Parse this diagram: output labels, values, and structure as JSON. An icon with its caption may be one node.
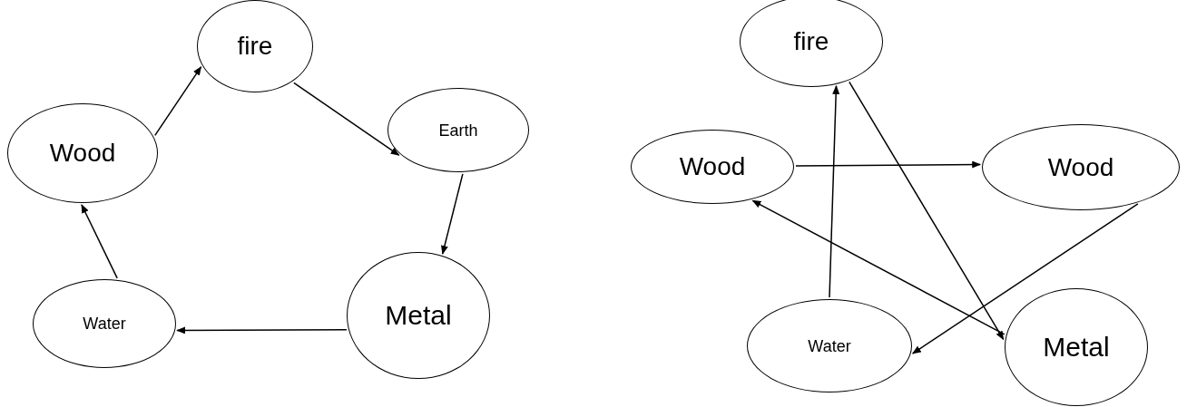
{
  "diagram": {
    "nodes": [
      {
        "text": [
          "fire"
        ]
      },
      {
        "text": [
          "Earth"
        ]
      },
      {
        "text": [
          "Metal"
        ]
      },
      {
        "text": [
          "Water"
        ]
      },
      {
        "text": [
          "Wood"
        ]
      },
      {
        "text": [
          "fire"
        ]
      },
      {
        "text": [
          "Wood"
        ]
      },
      {
        "text": [
          "Wood"
        ]
      },
      {
        "text": [
          "Water"
        ]
      },
      {
        "text": [
          "Metal"
        ]
      }
    ],
    "edges": [
      {
        "from": 4,
        "to": 0,
        "arrow": "to"
      },
      {
        "from": 0,
        "to": 1,
        "arrow": "to"
      },
      {
        "from": 1,
        "to": 2,
        "arrow": "to"
      },
      {
        "from": 2,
        "to": 3,
        "arrow": "to"
      },
      {
        "from": 3,
        "to": 4,
        "arrow": "to"
      },
      {
        "from": 5,
        "to": 9,
        "arrow": "to"
      },
      {
        "from": 6,
        "to": 7,
        "arrow": "to"
      },
      {
        "from": 7,
        "to": 8,
        "arrow": "to"
      },
      {
        "from": 9,
        "to": 6,
        "arrow": "to"
      },
      {
        "from": 8,
        "to": 5,
        "arrow": "to"
      }
    ]
  }
}
